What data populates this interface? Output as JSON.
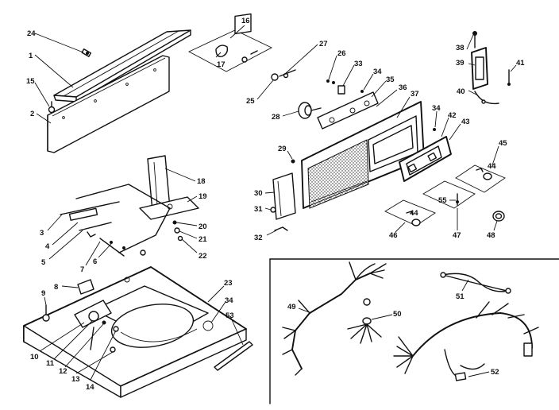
{
  "parts": {
    "p1": "1",
    "p2": "2",
    "p3": "3",
    "p4": "4",
    "p5": "5",
    "p6": "6",
    "p7": "7",
    "p8": "8",
    "p9": "9",
    "p10": "10",
    "p11": "11",
    "p12": "12",
    "p13": "13",
    "p14": "14",
    "p15": "15",
    "p16": "16",
    "p17": "17",
    "p18": "18",
    "p19": "19",
    "p20": "20",
    "p21": "21",
    "p22": "22",
    "p23": "23",
    "p24": "24",
    "p25": "25",
    "p26": "26",
    "p27": "27",
    "p28": "28",
    "p29": "29",
    "p30": "30",
    "p31": "31",
    "p32": "32",
    "p33": "33",
    "p34": "34",
    "p35": "35",
    "p36": "36",
    "p37": "37",
    "p38": "38",
    "p39": "39",
    "p40": "40",
    "p41": "41",
    "p42": "42",
    "p43": "43",
    "p44": "44",
    "p45": "45",
    "p46": "46",
    "p47": "47",
    "p48": "48",
    "p49": "49",
    "p50": "50",
    "p51": "51",
    "p52": "52",
    "p53": "53",
    "p55": "55"
  }
}
